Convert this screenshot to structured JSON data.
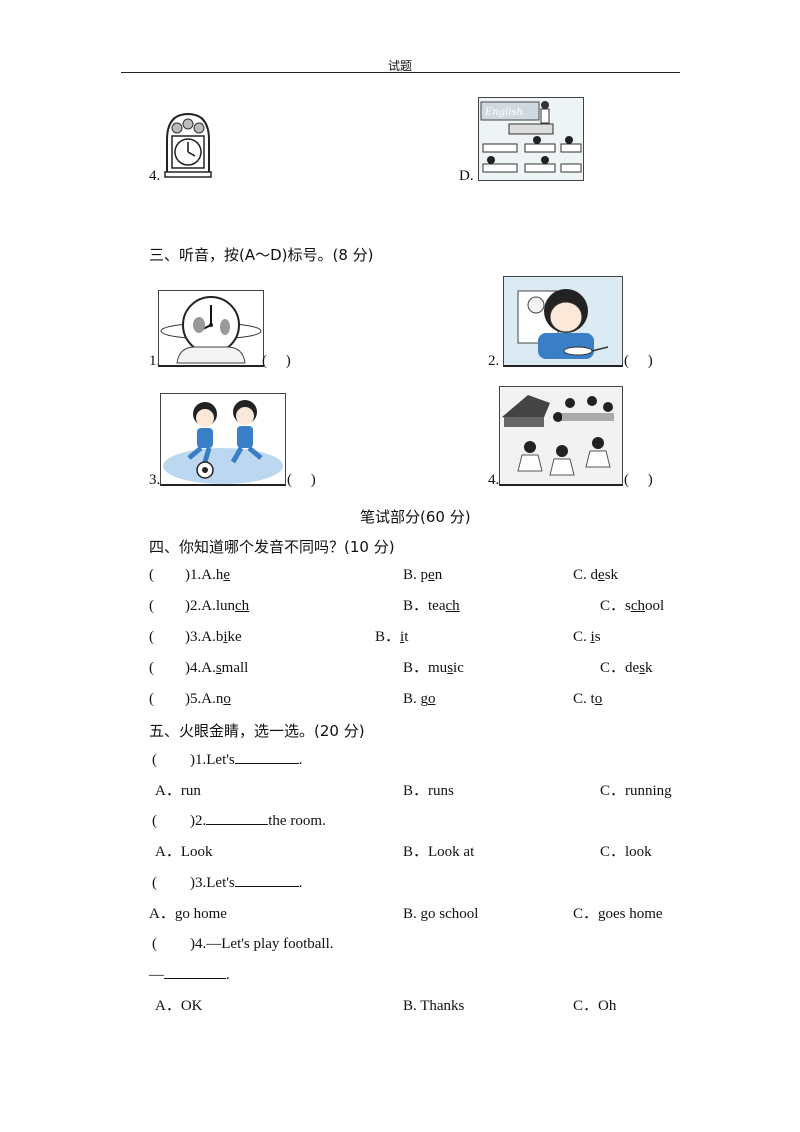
{
  "header": {
    "title": "试题"
  },
  "top_labels": {
    "num4": "4.",
    "letterD": "D."
  },
  "section3": {
    "title": "三、听音，按(A～D)标号。(8 分)",
    "items": [
      {
        "num": "1.",
        "paren": "(　 )"
      },
      {
        "num": "2.",
        "paren": "(　 )"
      },
      {
        "num": "3.",
        "paren": "(　 )"
      },
      {
        "num": "4.",
        "paren": "(　 )"
      }
    ],
    "picture_words": {
      "english": "English"
    }
  },
  "written_part": {
    "title": "笔试部分(60 分)"
  },
  "section4": {
    "title": "四、你知道哪个发音不同吗？(10 分)",
    "rows": [
      {
        "paren": "(",
        "num": ")1.A.",
        "a_pre": "h",
        "a_u": "e",
        "a_post": "",
        "b_lbl": "B. ",
        "b_pre": "p",
        "b_u": "e",
        "b_post": "n",
        "c_lbl": "C. ",
        "c_pre": "d",
        "c_u": "e",
        "c_post": "sk"
      },
      {
        "paren": "(",
        "num": ")2.A.",
        "a_pre": "lun",
        "a_u": "ch",
        "a_post": "",
        "b_lbl": "B．",
        "b_pre": "tea",
        "b_u": "ch",
        "b_post": "",
        "c_lbl": "C．",
        "c_pre": "s",
        "c_u": "ch",
        "c_post": "ool"
      },
      {
        "paren": "(",
        "num": ")3.A.",
        "a_pre": "b",
        "a_u": "i",
        "a_post": "ke",
        "b_lbl": "B．",
        "b_pre": "",
        "b_u": "i",
        "b_post": "t",
        "c_lbl": "C. ",
        "c_pre": "",
        "c_u": "i",
        "c_post": "s"
      },
      {
        "paren": "(",
        "num": ")4.A.",
        "a_pre": "",
        "a_u": "s",
        "a_post": "mall",
        "b_lbl": "B．",
        "b_pre": "mu",
        "b_u": "s",
        "b_post": "ic",
        "c_lbl": "C．",
        "c_pre": "de",
        "c_u": "s",
        "c_post": "k"
      },
      {
        "paren": "(",
        "num": ")5.A.",
        "a_pre": "n",
        "a_u": "o",
        "a_post": "",
        "b_lbl": "B. ",
        "b_pre": "g",
        "b_u": "o",
        "b_post": "",
        "c_lbl": "C. ",
        "c_pre": "t",
        "c_u": "o",
        "c_post": ""
      }
    ]
  },
  "section5": {
    "title": "五、火眼金睛，选一选。(20 分)",
    "questions": [
      {
        "paren": "(",
        "stem_pre": ")1.Let's",
        "stem_post": ".",
        "a": "A．run",
        "b": "B．runs",
        "c": "C．running"
      },
      {
        "paren": "(",
        "stem_pre": ")2.",
        "stem_post": "the room.",
        "a": "A．Look",
        "b": "B．Look  at",
        "c": "C．look"
      },
      {
        "paren": "(",
        "stem_pre": ")3.Let's",
        "stem_post": ".",
        "a": "A．go  home",
        "b": "B. go school",
        "c": "C．goes  home"
      },
      {
        "paren": "(",
        "stem_pre": ")4.—Let's play football.",
        "stem_post": "",
        "reply_pre": "—",
        "reply_post": ".",
        "a": "A．OK",
        "b": "B. Thanks",
        "c": "C．Oh"
      }
    ]
  }
}
